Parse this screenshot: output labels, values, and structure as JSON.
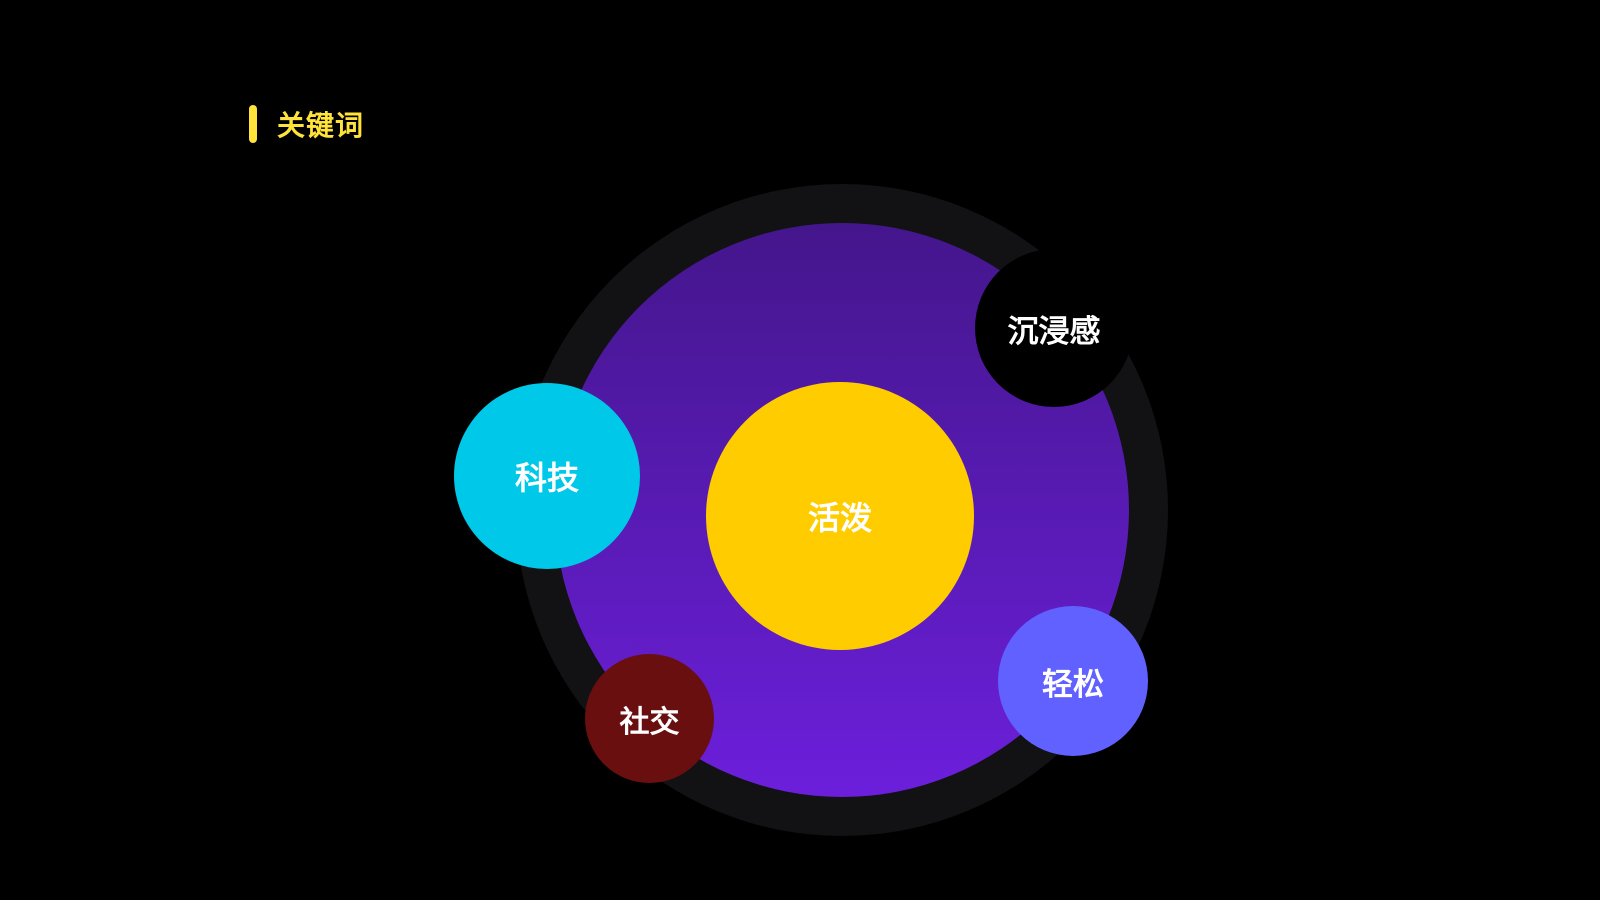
{
  "heading": {
    "title": "关键词",
    "accent_color": "#FFE33A"
  },
  "diagram": {
    "ring_color": "#121215",
    "core_gradient": [
      "#44168C",
      "#6C1FDB"
    ],
    "center": {
      "label": "活泼",
      "color": "#FFCC00"
    },
    "keywords": [
      {
        "id": "tech",
        "label": "科技",
        "color": "#00C8E8"
      },
      {
        "id": "immersive",
        "label": "沉浸感",
        "color": "#000000"
      },
      {
        "id": "relax",
        "label": "轻松",
        "color": "#6161FF"
      },
      {
        "id": "social",
        "label": "社交",
        "color": "#6A0F0F"
      }
    ]
  }
}
